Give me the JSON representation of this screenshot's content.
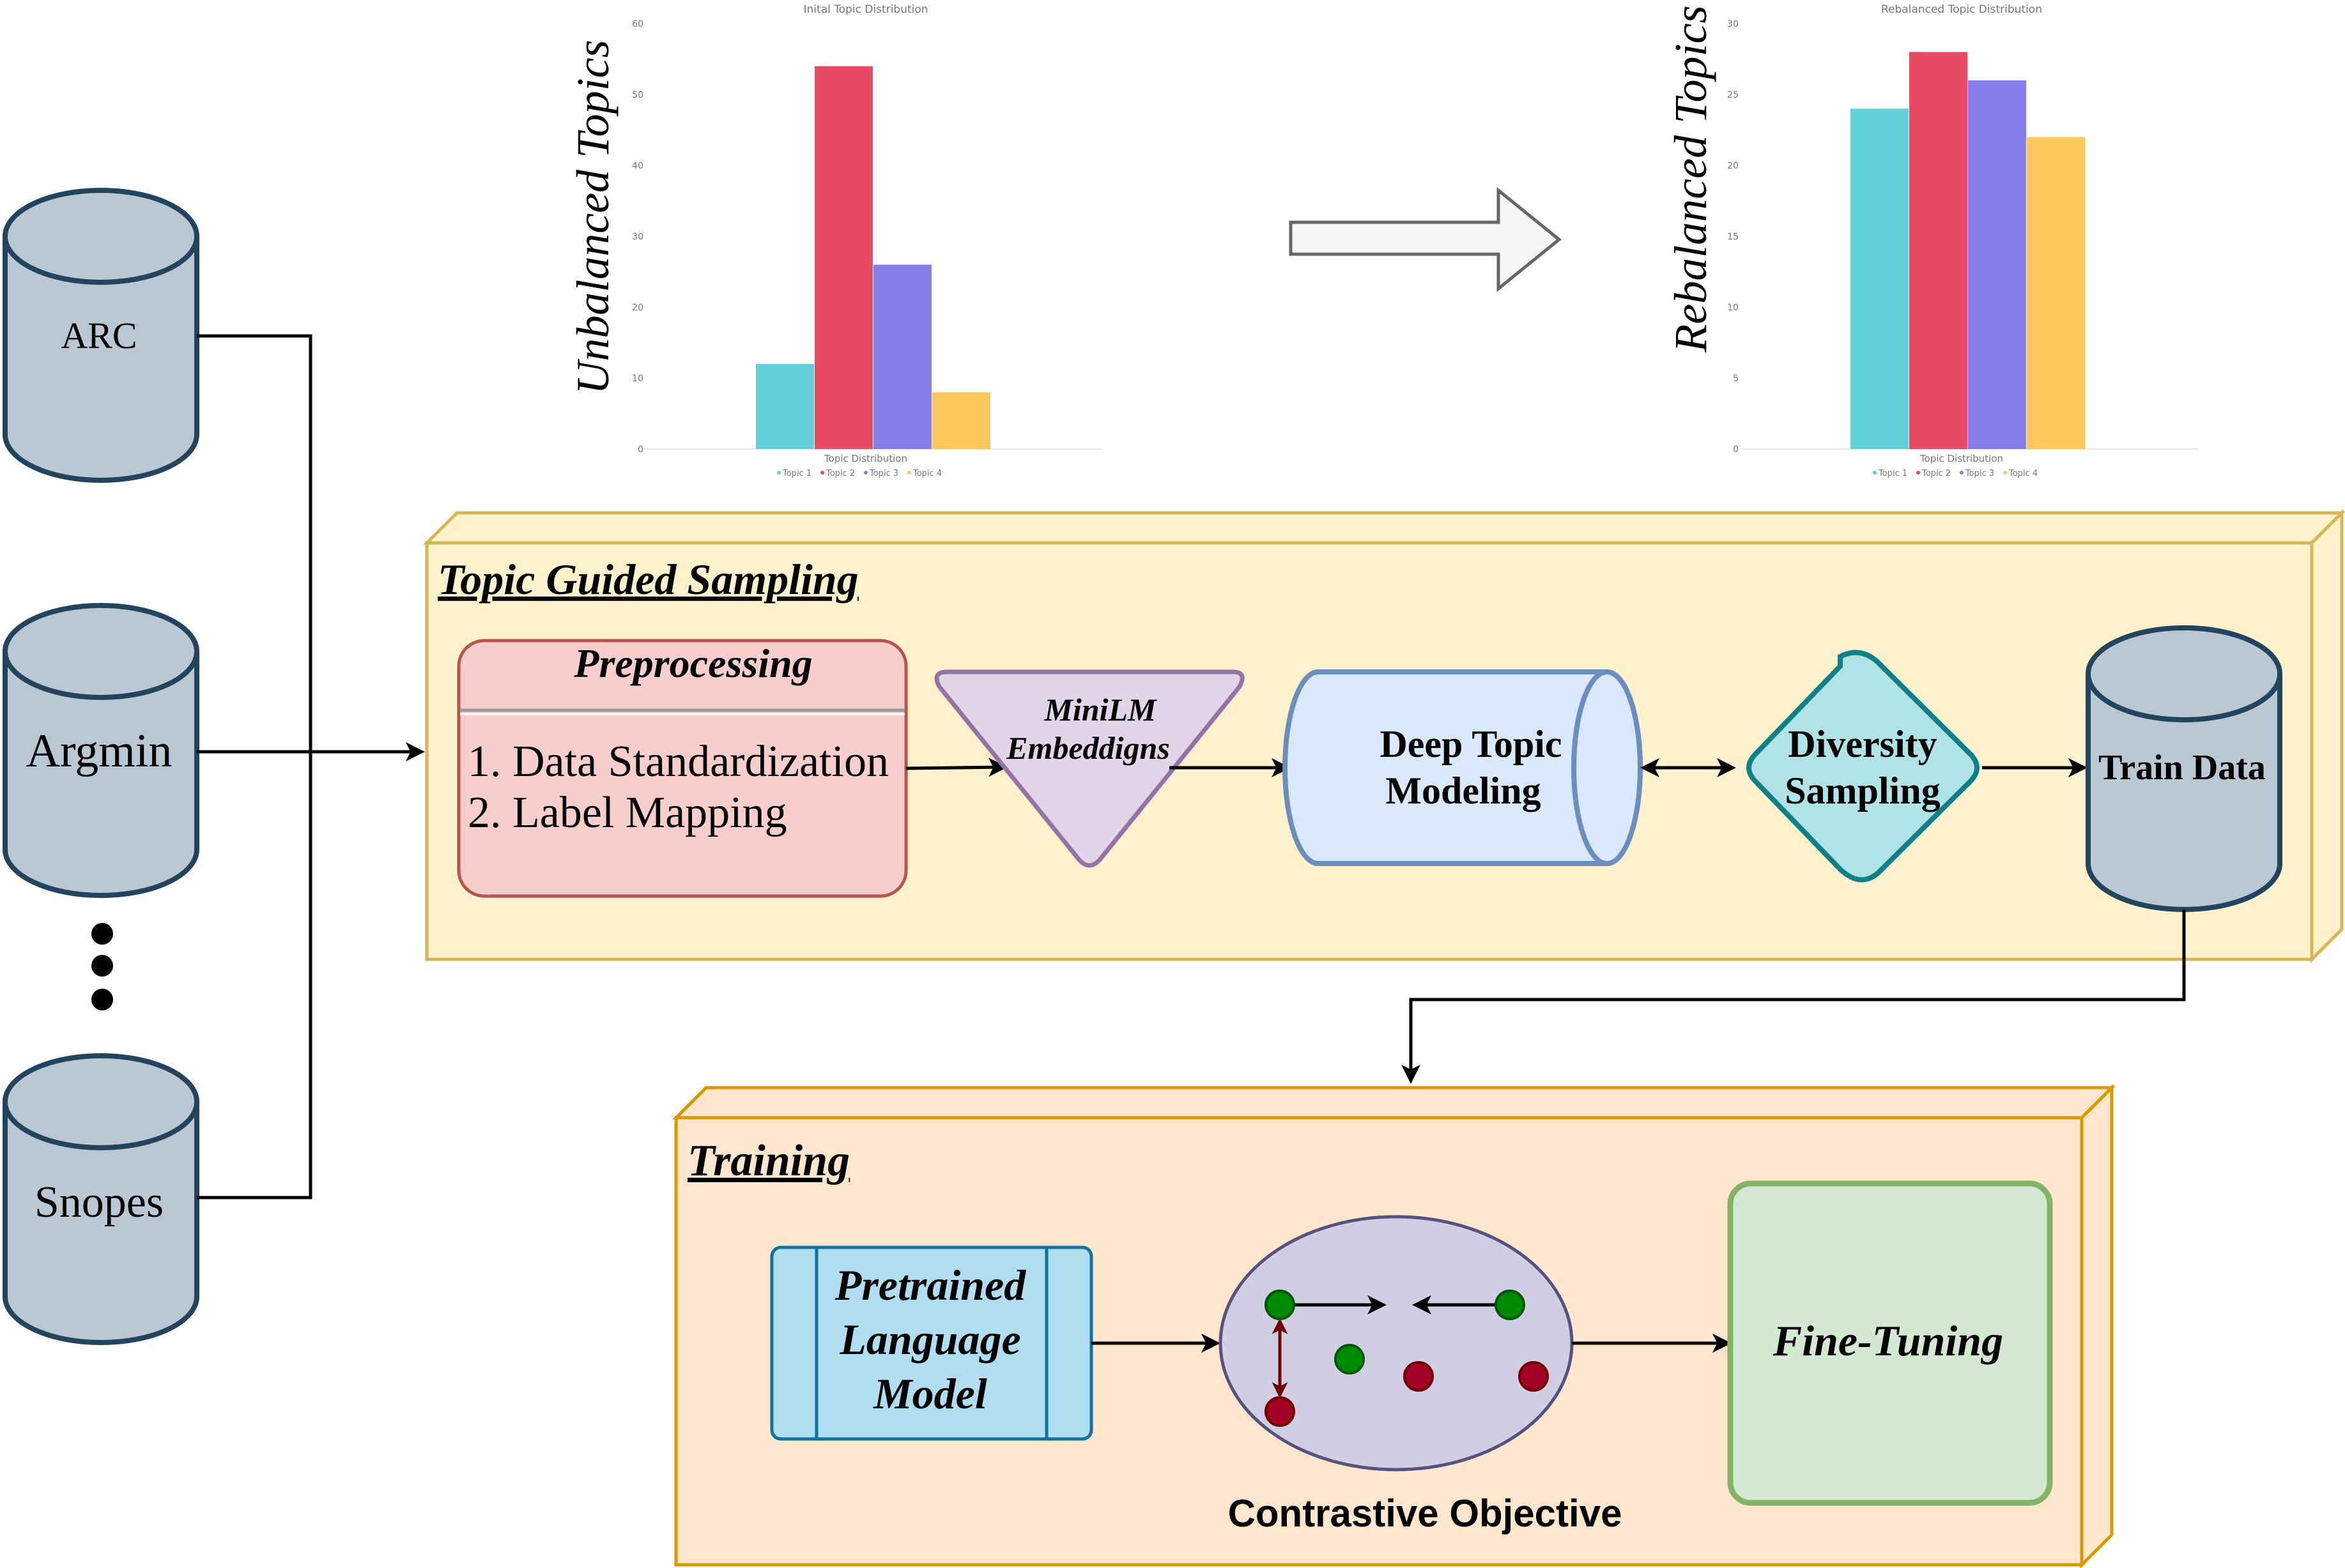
{
  "sources": {
    "arc": "ARC",
    "argmin": "Argmin",
    "snopes": "Snopes"
  },
  "charts": {
    "left_side_label": "Unbalanced Topics",
    "right_side_label": "Rebalanced Topics"
  },
  "chart_data": [
    {
      "type": "bar",
      "title": "Inital Topic Distribution",
      "xlabel": "Topic Distribution",
      "ylabel": "Unbalanced Topics",
      "ylim": [
        0,
        60
      ],
      "yticks": [
        0,
        10,
        20,
        30,
        40,
        50,
        60
      ],
      "categories": [
        "Topic 1",
        "Topic 2",
        "Topic 3",
        "Topic 4"
      ],
      "values": [
        12,
        54,
        26,
        8
      ],
      "colors": [
        "#62cfd9",
        "#e84a66",
        "#877de8",
        "#fec85c"
      ],
      "legend": "bottom",
      "grid": false
    },
    {
      "type": "bar",
      "title": "Rebalanced Topic Distribution",
      "xlabel": "Topic Distribution",
      "ylabel": "Rebalanced Topics",
      "ylim": [
        0,
        30
      ],
      "yticks": [
        0,
        5,
        10,
        15,
        20,
        25,
        30
      ],
      "categories": [
        "Topic 1",
        "Topic 2",
        "Topic 3",
        "Topic 4"
      ],
      "values": [
        24,
        28,
        26,
        22
      ],
      "colors": [
        "#62cfd9",
        "#e84a66",
        "#877de8",
        "#fec85c"
      ],
      "legend": "bottom",
      "grid": false
    }
  ],
  "sampling": {
    "title": "Topic Guided Sampling",
    "preprocessing_title": "Preprocessing",
    "preprocessing_step1": "1. Data Standardization",
    "preprocessing_step2": "2. Label Mapping",
    "embeddings_line1": "MiniLM",
    "embeddings_line2": "Embeddigns",
    "topic_line1": "Deep Topic",
    "topic_line2": "Modeling",
    "diversity_line1": "Diversity",
    "diversity_line2": "Sampling",
    "train_data": "Train Data"
  },
  "training": {
    "title": "Training",
    "plm_line1": "Pretrained",
    "plm_line2": "Language",
    "plm_line3": "Model",
    "contrastive_label": "Contrastive Objective",
    "finetune": "Fine-Tuning"
  },
  "colors": {
    "cylinder_fill": "#bac8d3",
    "cylinder_stroke": "#23445d",
    "sampling_fill": "#fff2cc",
    "sampling_stroke": "#d6b656",
    "training_fill": "#ffe6cc",
    "training_stroke": "#d79b00",
    "preprocess_fill": "#f8cecc",
    "preprocess_stroke": "#b85450",
    "embed_fill": "#e1d5e7",
    "embed_stroke": "#9673a6",
    "topic_fill": "#dae8fc",
    "topic_stroke": "#6c8ebf",
    "diversity_fill": "#b0e3e6",
    "diversity_stroke": "#0e8088",
    "plm_fill": "#b1ddf0",
    "plm_stroke": "#10739e",
    "ellipse_fill": "#d0cee2",
    "ellipse_stroke": "#56517e",
    "finetune_fill": "#d5e8d4",
    "finetune_stroke": "#82b366",
    "positive_dot": "#008a00",
    "negative_dot": "#a20025"
  }
}
